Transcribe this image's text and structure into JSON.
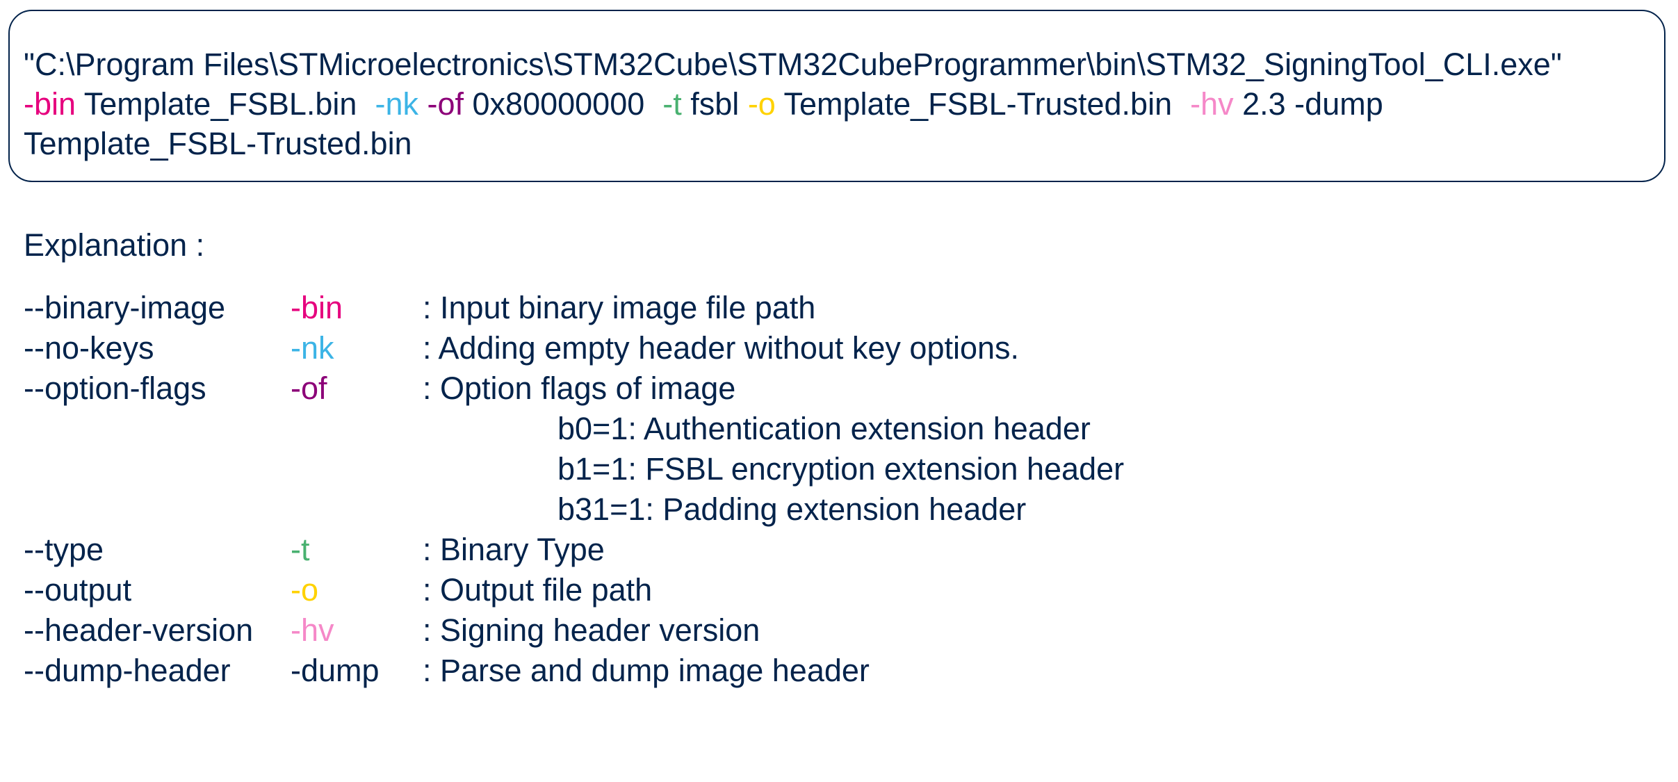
{
  "command": {
    "line1": "\"C:\\Program Files\\STMicroelectronics\\STM32Cube\\STM32CubeProgrammer\\bin\\STM32_SigningTool_CLI.exe\"",
    "line2": [
      {
        "text": "-bin",
        "color": "#e6007e"
      },
      {
        "text": " Template_FSBL.bin",
        "color": "#03234b"
      },
      {
        "text": "-nk",
        "color": "#3cb4e6"
      },
      {
        "text": " ",
        "color": "#03234b"
      },
      {
        "text": "-of",
        "color": "#8c0078"
      },
      {
        "text": " 0x80000000",
        "color": "#03234b"
      },
      {
        "text": "-t",
        "color": "#49b170"
      },
      {
        "text": " fsbl ",
        "color": "#03234b"
      },
      {
        "text": "-o",
        "color": "#ffd200"
      },
      {
        "text": " Template_FSBL-Trusted.bin",
        "color": "#03234b"
      },
      {
        "text": "-hv",
        "color": "#f588c8"
      },
      {
        "text": " 2.3 -dump",
        "color": "#03234b"
      }
    ],
    "line3": "Template_FSBL-Trusted.bin"
  },
  "explanation": {
    "title": "Explanation :",
    "options": [
      {
        "long": "--binary-image",
        "short": "-bin",
        "desc": ": Input binary image file path",
        "color": "#e6007e"
      },
      {
        "long": "--no-keys",
        "short": "-nk",
        "desc": ": Adding empty header without key options.",
        "color": "#3cb4e6"
      },
      {
        "long": "--option-flags",
        "short": "-of",
        "desc": ": Option flags of image",
        "color": "#8c0078"
      },
      {
        "long": "--type",
        "short": "-t",
        "desc": ": Binary Type",
        "color": "#49b170"
      },
      {
        "long": "--output",
        "short": "-o",
        "desc": ": Output file path",
        "color": "#ffd200"
      },
      {
        "long": "--header-version",
        "short": "-hv",
        "desc": ": Signing header version",
        "color": "#f588c8"
      },
      {
        "long": "--dump-header",
        "short": "-dump",
        "desc": ": Parse and dump image header",
        "color": "#03234b"
      }
    ],
    "flags": [
      "b0=1: Authentication extension header",
      "b1=1: FSBL encryption extension header",
      "b31=1: Padding extension header"
    ]
  },
  "colors": {
    "text": "#03234b",
    "border": "#03234b",
    "bin": "#e6007e",
    "nk": "#3cb4e6",
    "of": "#8c0078",
    "t": "#49b170",
    "o": "#ffd200",
    "hv": "#f588c8"
  }
}
